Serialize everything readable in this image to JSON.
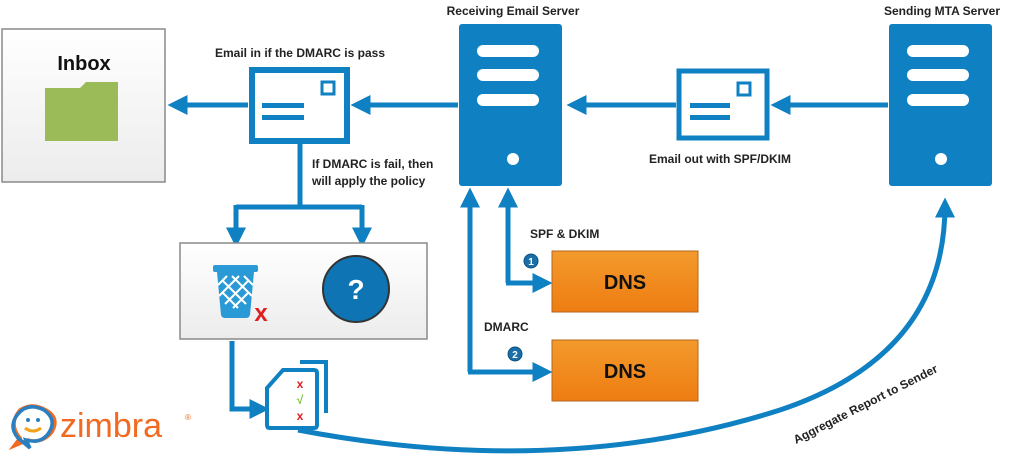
{
  "colors": {
    "primary_blue": "#0f80c1",
    "dns_orange": "#f28a1c",
    "folder_green": "#9bbb59",
    "fail_red": "#e02020",
    "pass_green": "#7ac143",
    "brand_orange": "#f26a21"
  },
  "inbox": {
    "title": "Inbox",
    "icon": "folder-icon"
  },
  "labels": {
    "email_in_pass": "Email in if the DMARC is pass",
    "dmarc_fail_line1": "If DMARC is fail, then",
    "dmarc_fail_line2": "will apply the policy",
    "receiving_server": "Receiving Email Server",
    "sending_server": "Sending MTA Server",
    "email_out": "Email out with SPF/DKIM",
    "spf_dkim": "SPF & DKIM",
    "dmarc": "DMARC",
    "aggregate_report": "Aggregate Report to Sender"
  },
  "dns_boxes": [
    {
      "label": "DNS",
      "step": "1"
    },
    {
      "label": "DNS",
      "step": "2"
    }
  ],
  "policy_box": {
    "actions": [
      {
        "icon": "trash-reject-icon"
      },
      {
        "icon": "question-icon",
        "symbol": "?"
      }
    ]
  },
  "report_doc": {
    "marks": [
      "x",
      "√",
      "x"
    ]
  },
  "logo": {
    "text": "zimbra",
    "registered": "®"
  }
}
